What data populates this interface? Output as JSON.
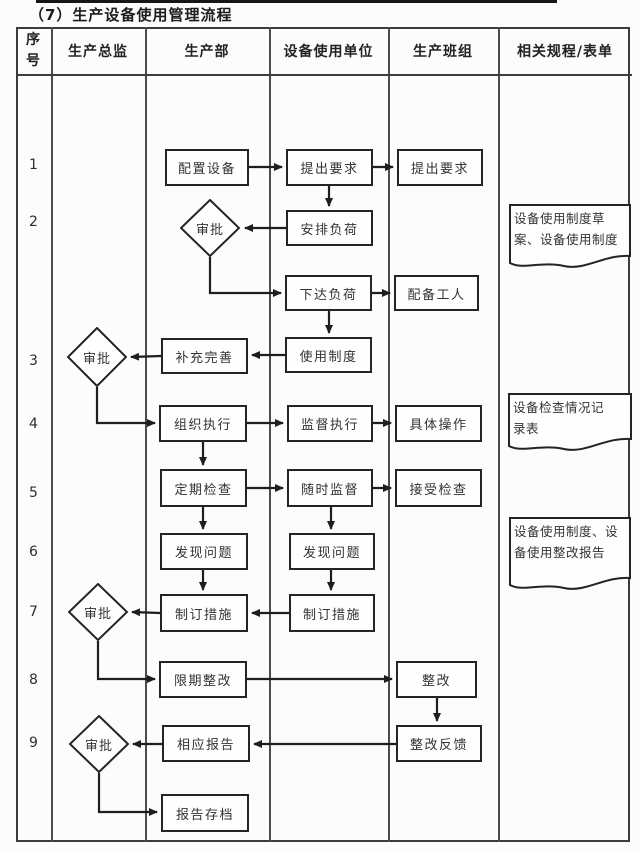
{
  "title": "（7）生产设备使用管理流程",
  "table": {
    "headers": [
      "序号",
      "生产总监",
      "生产部",
      "设备使用单位",
      "生产班组",
      "相关规程/表单"
    ],
    "row_numbers": [
      "1",
      "2",
      "3",
      "4",
      "5",
      "6",
      "7",
      "8",
      "9"
    ]
  },
  "nodes": {
    "cfg": {
      "label": "配置设备"
    },
    "req1": {
      "label": "提出要求"
    },
    "req2": {
      "label": "提出要求"
    },
    "appr2": {
      "label": "审批"
    },
    "load": {
      "label": "安排负荷"
    },
    "issue": {
      "label": "下达负荷"
    },
    "workers": {
      "label": "配备工人"
    },
    "sys": {
      "label": "使用制度"
    },
    "suppl": {
      "label": "补充完善"
    },
    "appr3": {
      "label": "审批"
    },
    "org": {
      "label": "组织执行"
    },
    "superv": {
      "label": "监督执行"
    },
    "op": {
      "label": "具体操作"
    },
    "check": {
      "label": "定期检查"
    },
    "monitor": {
      "label": "随时监督"
    },
    "accept": {
      "label": "接受检查"
    },
    "found1": {
      "label": "发现问题"
    },
    "found2": {
      "label": "发现问题"
    },
    "meas1": {
      "label": "制订措施"
    },
    "meas2": {
      "label": "制订措施"
    },
    "appr7": {
      "label": "审批"
    },
    "rect": {
      "label": "限期整改"
    },
    "zheng": {
      "label": "整改"
    },
    "report": {
      "label": "相应报告"
    },
    "fb": {
      "label": "整改反馈"
    },
    "appr9": {
      "label": "审批"
    },
    "archive": {
      "label": "报告存档"
    }
  },
  "docs": {
    "doc1": {
      "lines": [
        "设备使用制度草",
        "案、设备使用制度"
      ]
    },
    "doc2": {
      "lines": [
        "设备检查情况记",
        "录表"
      ]
    },
    "doc3": {
      "lines": [
        "设备使用制度、设",
        "备使用整改报告"
      ]
    }
  },
  "edges": [
    [
      "cfg",
      "req1"
    ],
    [
      "req1",
      "req2"
    ],
    [
      "req1",
      "load"
    ],
    [
      "load",
      "appr2"
    ],
    [
      "appr2",
      "issue"
    ],
    [
      "issue",
      "workers"
    ],
    [
      "issue",
      "sys"
    ],
    [
      "sys",
      "suppl"
    ],
    [
      "suppl",
      "appr3"
    ],
    [
      "appr3",
      "org"
    ],
    [
      "org",
      "superv"
    ],
    [
      "superv",
      "op"
    ],
    [
      "org",
      "check"
    ],
    [
      "check",
      "monitor"
    ],
    [
      "monitor",
      "accept"
    ],
    [
      "check",
      "found1"
    ],
    [
      "monitor",
      "found2"
    ],
    [
      "found1",
      "meas1"
    ],
    [
      "found2",
      "meas2"
    ],
    [
      "meas2",
      "meas1"
    ],
    [
      "meas1",
      "appr7"
    ],
    [
      "appr7",
      "rect"
    ],
    [
      "rect",
      "zheng"
    ],
    [
      "zheng",
      "fb"
    ],
    [
      "fb",
      "report"
    ],
    [
      "report",
      "appr9"
    ],
    [
      "appr9",
      "archive"
    ]
  ],
  "colors": {
    "grid_line": "#4c4c4c",
    "shape_border": "#242424",
    "arrow": "#1e1e1e",
    "text": "#333333",
    "background": "#fcfcfc"
  }
}
